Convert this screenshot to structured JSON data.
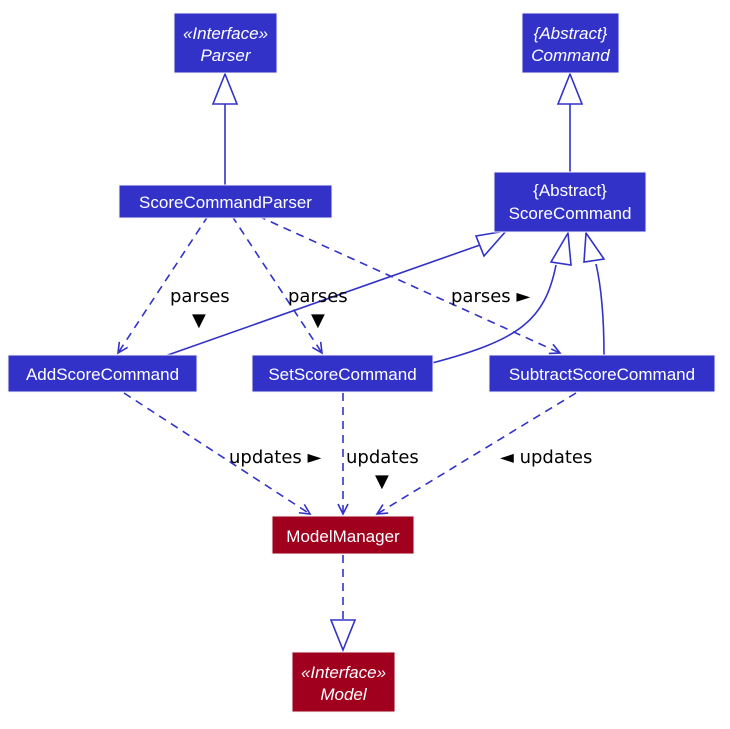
{
  "colors": {
    "logic": "#3232c8",
    "model": "#a0001e",
    "text": "#ffffff",
    "label": "#000000"
  },
  "nodes": {
    "parser": {
      "stereotype": "«Interface»",
      "name": "Parser"
    },
    "command": {
      "stereotype": "{Abstract}",
      "name": "Command"
    },
    "score_command_parser": {
      "name": "ScoreCommandParser"
    },
    "score_command": {
      "stereotype": "{Abstract}",
      "name": "ScoreCommand"
    },
    "add_score_command": {
      "name": "AddScoreCommand"
    },
    "set_score_command": {
      "name": "SetScoreCommand"
    },
    "subtract_score_command": {
      "name": "SubtractScoreCommand"
    },
    "model_manager": {
      "name": "ModelManager"
    },
    "model": {
      "stereotype": "«Interface»",
      "name": "Model"
    }
  },
  "labels": {
    "parses_add": "parses",
    "parses_add_arrow": "▼",
    "parses_set": "parses",
    "parses_set_arrow": "▼",
    "parses_subtract": "parses ►",
    "updates_add": "updates ►",
    "updates_set": "updates",
    "updates_set_arrow": "▼",
    "updates_subtract": "◄ updates"
  }
}
